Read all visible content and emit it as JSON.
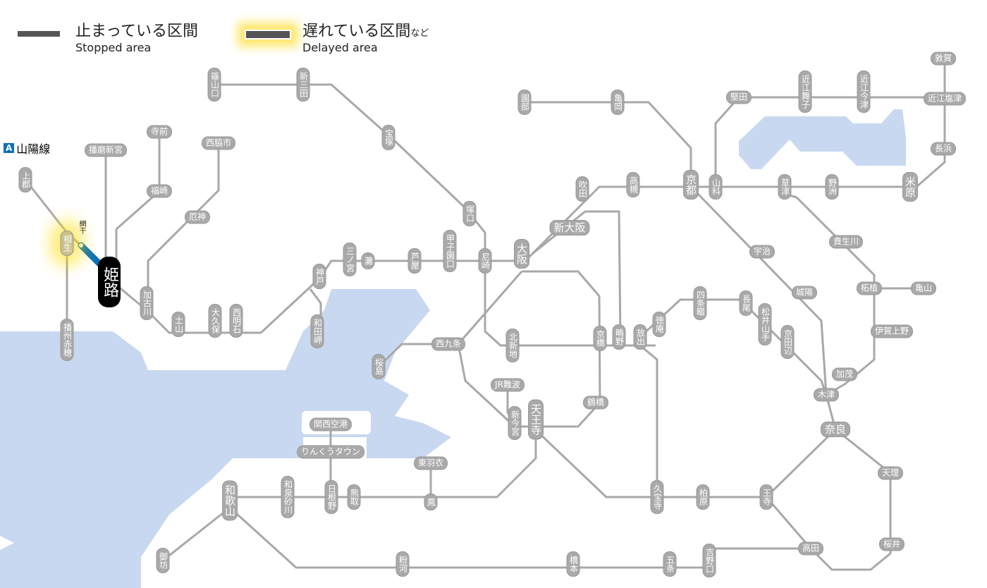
{
  "legend": {
    "stopped_ja": "止まっている区間",
    "stopped_en": "Stopped area",
    "delayed_ja": "遅れている区間",
    "delayed_suffix": "など",
    "delayed_en": "Delayed area"
  },
  "line_label": {
    "badge": "A",
    "name": "山陽線"
  },
  "colors": {
    "line": "#a8a8a8",
    "water": "#c8d8f0",
    "delayed_segment": "#0a70b8",
    "glow": "#ffd800"
  },
  "delayed_section": {
    "from": "姫路",
    "to": "網干",
    "label": "網干"
  },
  "stations": {
    "kamigori": "上郡",
    "aioi": "相生",
    "himeji": "姫路",
    "banshuako": "播州赤穂",
    "harimashingu": "播磨新宮",
    "teramae": "寺前",
    "fukusaki": "福崎",
    "nishiwakishi": "西脇市",
    "yakujin": "厄神",
    "kakogawa": "加古川",
    "tsuchiyama": "土山",
    "okubo": "大久保",
    "nishiakashi": "西明石",
    "kobe": "神戸",
    "wadamisaki": "和田岬",
    "sannomiya": "三ノ宮",
    "nada": "灘",
    "ashiya": "芦屋",
    "koshienguchi": "甲子園口",
    "amagasaki": "尼崎",
    "osaka": "大阪",
    "sasayamaguchi": "篠山口",
    "shinsanda": "新三田",
    "takarazuka": "宝塚",
    "tsukaguchi": "塚口",
    "shinosaka": "新大阪",
    "suita": "吹田",
    "takatsuki": "高槻",
    "sonobe": "園部",
    "kameoka": "亀岡",
    "kyoto": "京都",
    "yamashina": "山科",
    "katata": "堅田",
    "omimaiko": "近江舞子",
    "omiimazu": "近江今津",
    "omishiotsu": "近江塩津",
    "tsuruga": "敦賀",
    "nagahama": "長浜",
    "maibara": "米原",
    "yasu": "野洲",
    "kusatsu": "草津",
    "uji": "宇治",
    "joyo": "城陽",
    "kibukawa": "貴生川",
    "tsuge": "柘植",
    "kameyama": "亀山",
    "igaueno": "伊賀上野",
    "kamo": "加茂",
    "kizu": "木津",
    "nara": "奈良",
    "tenri": "天理",
    "sakurai": "桜井",
    "takada": "高田",
    "oji": "王寺",
    "kashiwara": "柏原",
    "kyuhoji": "久宝寺",
    "shijonawate": "四条畷",
    "tokuan": "徳庵",
    "nagao": "長尾",
    "matsuiyamate": "松井山手",
    "kyotanabe": "京田辺",
    "hanaten": "放出",
    "shigino": "鴫野",
    "kyobashi": "京橋",
    "kitashinchi": "北新地",
    "nishikujo": "西九条",
    "sakurajima": "桜島",
    "jrnamba": "JR難波",
    "shinimamiya": "新今宮",
    "tennoji": "天王寺",
    "tsuruhashi": "鶴橋",
    "kansaiairport": "関西空港",
    "rinkutown": "りんくうタウン",
    "higashihagoromo": "東羽衣",
    "otori": "鳳",
    "hineno": "日根野",
    "kumatori": "熊取",
    "izumisunagawa": "和泉砂川",
    "wakayama": "和歌山",
    "gobo": "御坊",
    "kokawa": "粉河",
    "hashimoto": "橋本",
    "gojo": "五条",
    "yoshinoguchi": "吉野口"
  }
}
